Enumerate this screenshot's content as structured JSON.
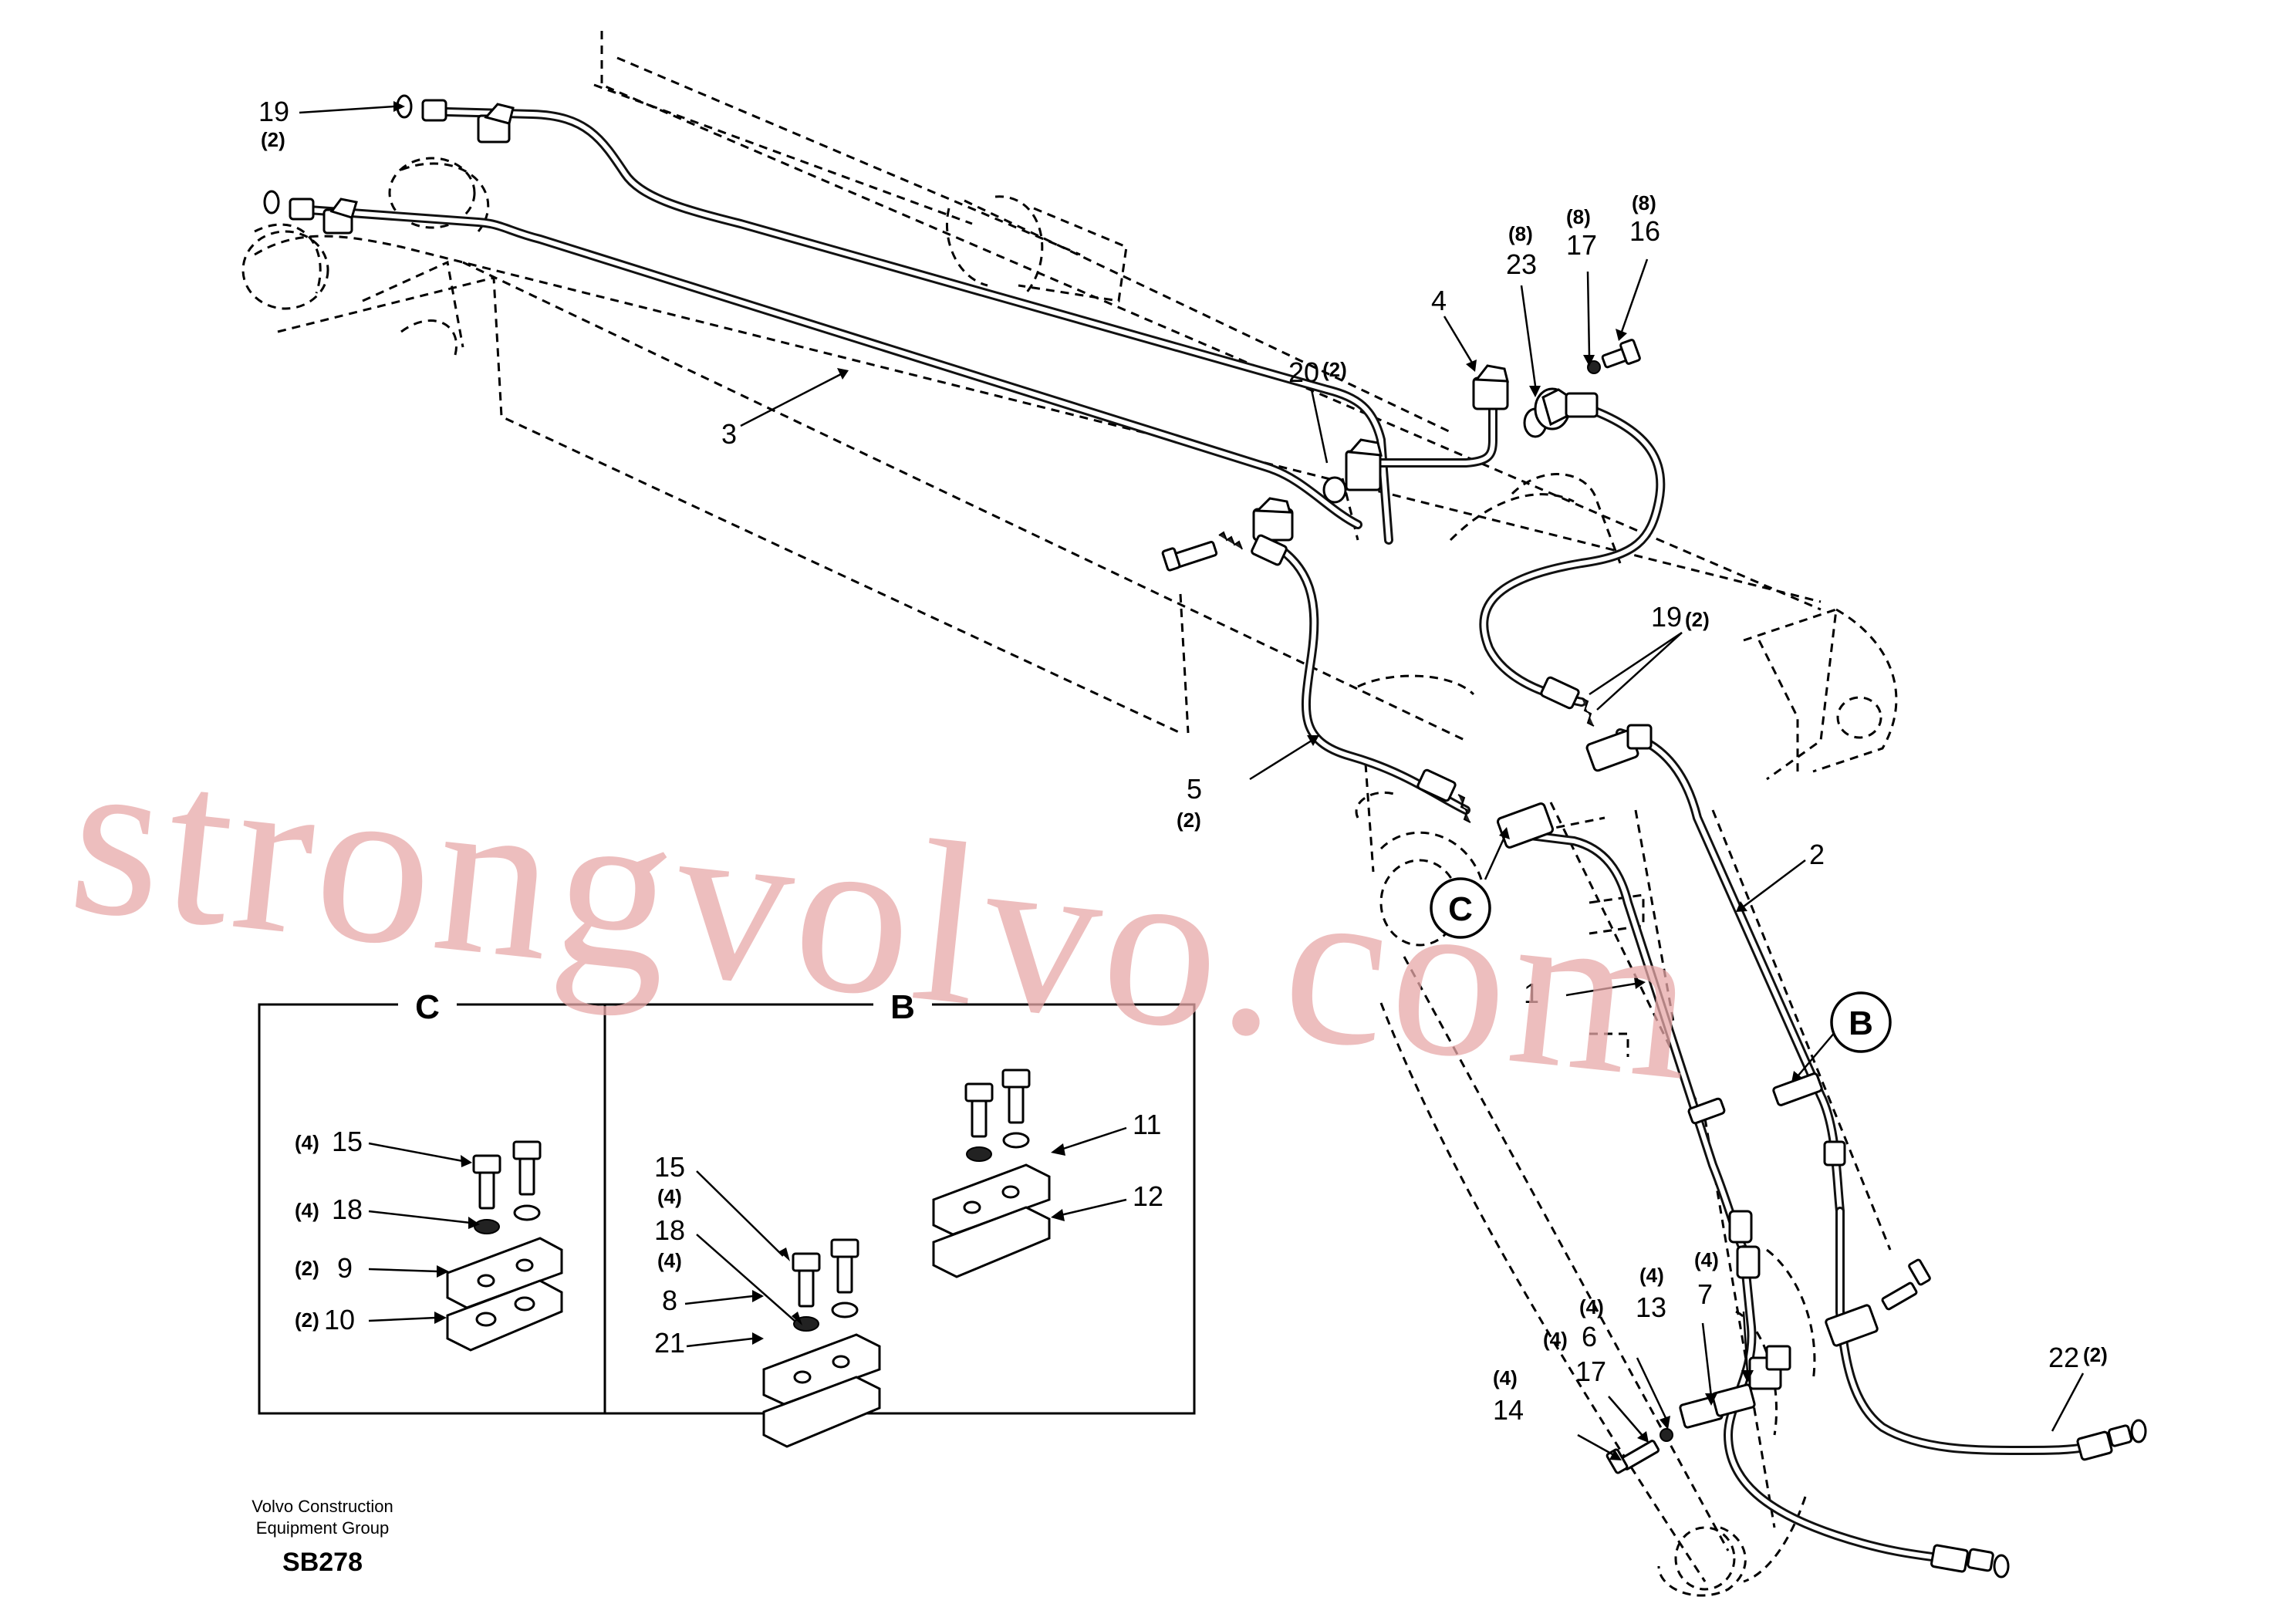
{
  "watermark": "strongvolvo.com",
  "footer": {
    "company_line1": "Volvo Construction",
    "company_line2": "Equipment Group",
    "code": "SB278"
  },
  "detail_c": {
    "title": "C",
    "labels": [
      {
        "qty": "(4)",
        "num": "15"
      },
      {
        "qty": "(4)",
        "num": "18"
      },
      {
        "qty": "(2)",
        "num": "9"
      },
      {
        "qty": "(2)",
        "num": "10"
      }
    ]
  },
  "detail_b": {
    "title": "B",
    "labels": [
      {
        "num": "15",
        "qty": "(4)"
      },
      {
        "num": "18",
        "qty": "(4)"
      },
      {
        "num": "8",
        "qty": ""
      },
      {
        "num": "21",
        "qty": ""
      },
      {
        "num": "11",
        "qty": ""
      },
      {
        "num": "12",
        "qty": ""
      }
    ]
  },
  "callouts": {
    "c": "C",
    "b": "B"
  },
  "labels": {
    "p19a_num": "19",
    "p19a_qty": "(2)",
    "p3": "3",
    "p20": "20",
    "p20_qty": "(2)",
    "p4": "4",
    "p23_qty": "(8)",
    "p23": "23",
    "p17a_qty": "(8)",
    "p17a": "17",
    "p16_qty": "(8)",
    "p16": "16",
    "p19b": "19",
    "p19b_qty": "(2)",
    "p5": "5",
    "p5_qty": "(2)",
    "p2": "2",
    "p1": "1",
    "p7_qty": "(4)",
    "p7": "7",
    "p13_qty": "(4)",
    "p13": "13",
    "p6_qty": "(4)",
    "p6": "6",
    "p17b_qty": "(4)",
    "p17b": "17",
    "p14_qty": "(4)",
    "p14": "14",
    "p22": "22",
    "p22_qty": "(2)"
  }
}
